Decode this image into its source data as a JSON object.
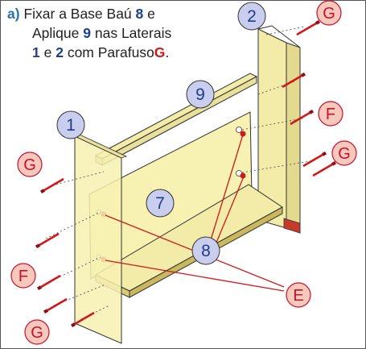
{
  "caption": {
    "step": "a)",
    "line1_text": "Fixar a Base Baú",
    "line1_part": "8",
    "line1_end": "e",
    "line2_text": "Aplique",
    "line2_part": "9",
    "line2_end": "nas Laterais",
    "line3_part_a": "1",
    "line3_mid": "e",
    "line3_part_b": "2",
    "line3_text": "com Parafuso",
    "line3_screw": "G",
    "line3_end": "."
  },
  "labels": {
    "part_1": "1",
    "part_2": "2",
    "part_7": "7",
    "part_8": "8",
    "part_9": "9",
    "screw_g_top": "G",
    "screw_g_left": "G",
    "screw_g_right": "G",
    "screw_g_bottom": "G",
    "screw_f_left": "F",
    "screw_f_right": "F",
    "hardware_e": "E"
  },
  "colors": {
    "panel_fill": "#f7f1b2",
    "panel_edge": "#333333",
    "part_label_fill": "#c9cdee",
    "part_label_text": "#1f3b8a",
    "hardware_label_fill": "#f7c9bd",
    "hardware_label_text": "#c8102e",
    "screw_color": "#d0181a",
    "pointer_line": "#d0181a",
    "caption_highlight_part": "#1f3f8f",
    "caption_highlight_screw": "#d0181a",
    "caption_step": "#2b6fb5"
  }
}
